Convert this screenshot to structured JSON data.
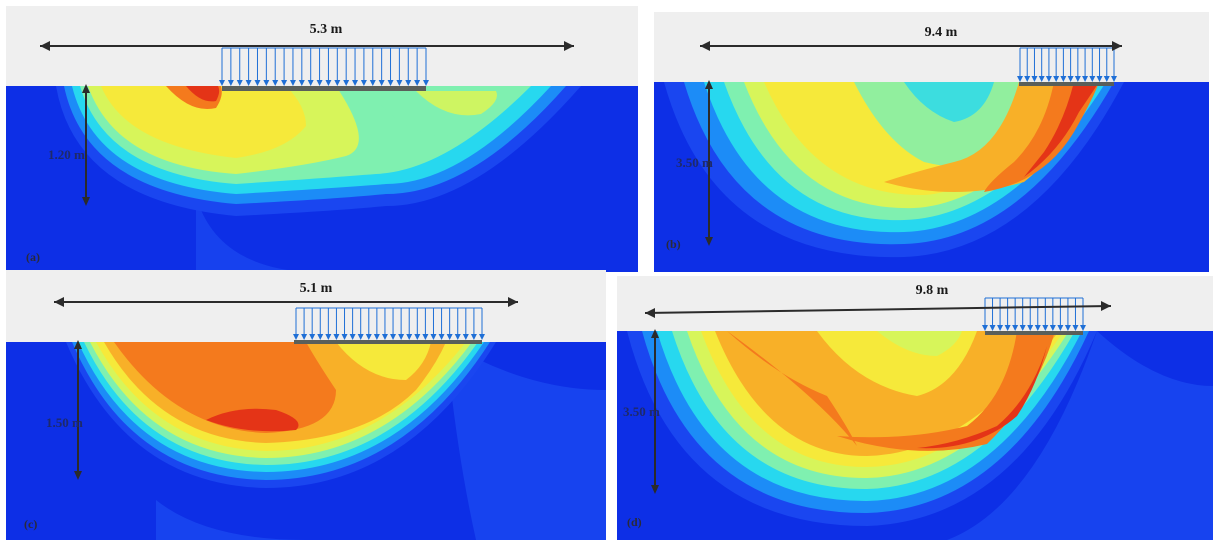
{
  "panels": {
    "a": {
      "width_label": "5.3 m",
      "depth_label": "1.20 m",
      "tag": "(a)"
    },
    "b": {
      "width_label": "9.4 m",
      "depth_label": "3.50 m",
      "tag": "(b)"
    },
    "c": {
      "width_label": "5.1 m",
      "depth_label": "1.50 m",
      "tag": "(c)"
    },
    "d": {
      "width_label": "9.8 m",
      "depth_label": "3.50 m",
      "tag": "(d)"
    }
  },
  "colors": {
    "sky": "#efefef",
    "soil_background": "#0d2fe6",
    "contour_scale": [
      "#1a46f0",
      "#1c8cf7",
      "#27d8ef",
      "#7ff0b0",
      "#d7f55a",
      "#f6e93a",
      "#f8b028",
      "#f47a1d",
      "#e43417",
      "#c91010"
    ],
    "load_arrows": "#1f6fd6",
    "dimension_lines": "#2b2b2b"
  }
}
